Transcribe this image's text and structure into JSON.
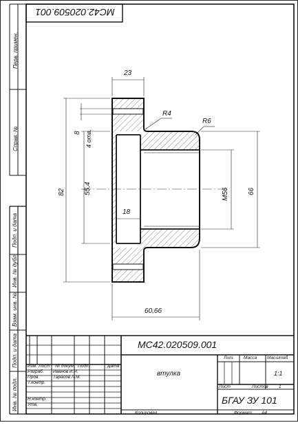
{
  "stamp_top": "МС42.020509.001",
  "side": {
    "perv": "Перв. примен.",
    "sprav": "Справ. №",
    "podp1": "Подп. и дата",
    "inv_dubl": "Инв. № дубл.",
    "vzam": "Взам. инв. №",
    "podp2": "Подп. и дата",
    "inv_podl": "Инв. № подл."
  },
  "dims": {
    "d23": "23",
    "r4": "R4",
    "r6": "R6",
    "holes": "4 отв.",
    "d8": "8",
    "d82": "82",
    "d55": "55,4",
    "d18": "18",
    "m56": "М56",
    "d66": "66",
    "d6066": "60,66"
  },
  "title": {
    "code": "МС42.020509.001",
    "name": "втулка",
    "lit": "Лит.",
    "massa": "Масса",
    "masshtab": "Масштаб",
    "scale": "1:1",
    "list": "Лист",
    "listov": "Листов",
    "listov_val": "1",
    "org": "БГАУ ЗУ 101",
    "rows": [
      {
        "role": "Изм.",
        "doc": "№ докум.",
        "podp": "Подп.",
        "date": "Дата",
        "lst": "Лист"
      },
      {
        "role": "Разраб.",
        "name": "Иванов И.И."
      },
      {
        "role": "Пров.",
        "name": "Тарасов Л.М."
      },
      {
        "role": "Т.контр.",
        "name": ""
      },
      {
        "role": "Н.контр.",
        "name": ""
      },
      {
        "role": "Утв.",
        "name": ""
      }
    ],
    "footer_copy": "Копировал",
    "footer_format": "Формат",
    "footer_a4": "А4"
  }
}
